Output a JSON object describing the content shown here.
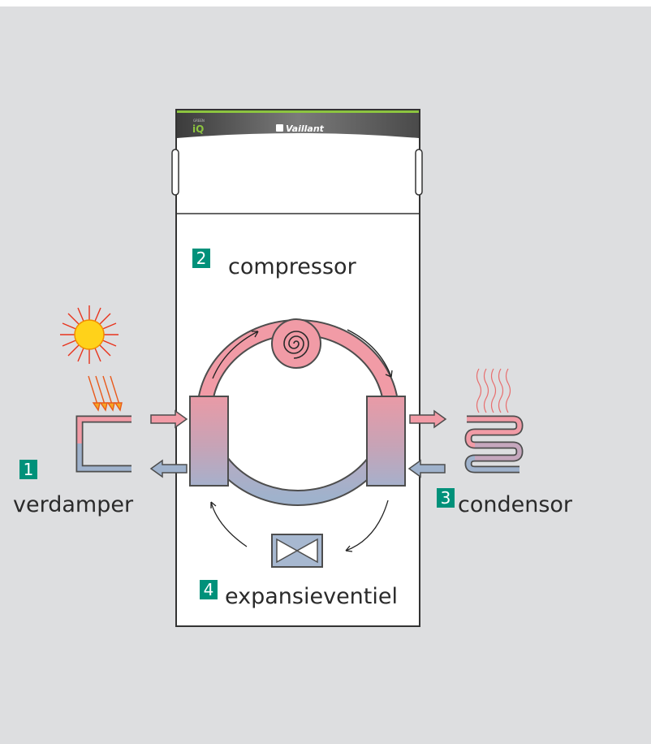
{
  "device": {
    "sub_brand_small": "GREEN",
    "sub_brand": "iQ",
    "brand": "Vaillant"
  },
  "steps": [
    {
      "number": "1",
      "label": "verdamper"
    },
    {
      "number": "2",
      "label": "compressor"
    },
    {
      "number": "3",
      "label": "condensor"
    },
    {
      "number": "4",
      "label": "expansieventiel"
    }
  ],
  "colors": {
    "background": "#dddee0",
    "badge": "#00917a",
    "hot": "#f19ba6",
    "cold": "#9fb2cc",
    "accent_green": "#8cc43f"
  },
  "icons": [
    "sun-icon",
    "heat-rays-icon",
    "warmth-waves-icon",
    "compressor-icon",
    "expansion-valve-icon"
  ]
}
